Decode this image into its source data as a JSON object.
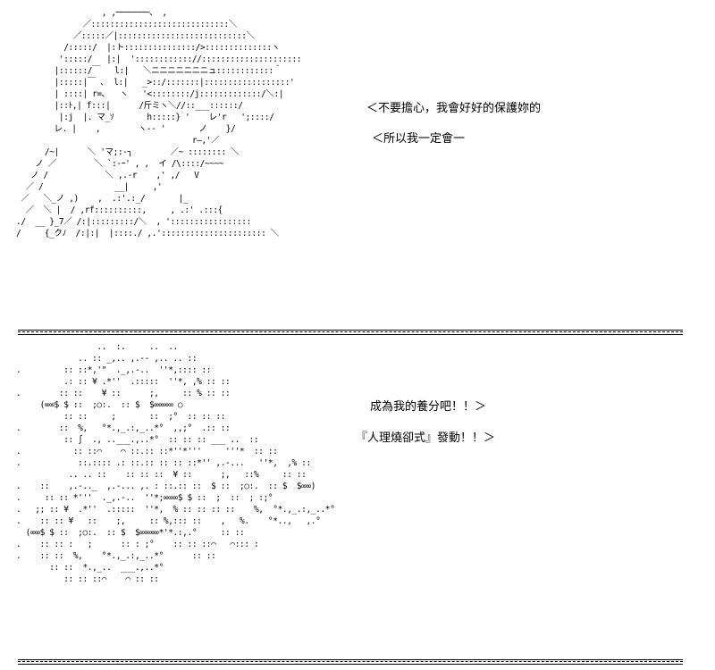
{
  "scene1": {
    "art": "                  , ,───────、 ,\n              ／:::::::::::::::::::::::::::::＼\n            ／:::::／|:::::::::::::::::::::::::::＼\n          /:::::/  |:ト:::::::::::::::/>::::::::::::::ヽ\n         ':::::/   |:|  ':::::::::::://:::::::::::::::::::::\n        |::::::/￣   l:|   ＼ニニニニニニニュ::::::::::::＾\n        |:::::|￣ ､  l:|   _>::/:::::::|::::::::::::::::::'\n        | ::::| r=､   ヽ   '<::::::::/j:::::::::::::/＼:|\n        |::ﾄ,| f:::|      /斤ミヽ＼//::___::::::/\n         |:j  |. マ_ｿ       h:::::} '    レ'r   ';::::/\n        レ. |    ,        ヽ-- '       ノ    }/\n                                     r―,'／\n      /~|      ＼ 'マ;:-┐        ／~ :::::::: ＼\n    ノ ／        ＼ `:-ｰ' , ,  イ /\\::::/~~~~\n   ノ /            ＼ ,.-r    ,' ,/   V\n  ／ /               __|     ,'\n ／   ＼_ノ ,)    ,  .:'.:_/       |_\n  ／  ＼ |  / ,rf::::::::::,     , .:' .:::{\n./  __ }_7／ /:|:::::::::/＼  , ':::::::::::::::::\n/     {_クﾉ  /:|:|  |::::./ ,.':::::::::::::::::::::: ＼",
    "dialogue": [
      "＜不要擔心，我會好好的保護妳的",
      "＜所以我一定會一"
    ]
  },
  "divider_text": "==========================================================================================================================",
  "scene2": {
    "art": "                 ..  :.     ..  ..\n             .. :: _,.. ,.-- ,.. .. ::\n.         :: ::*,'\"  ._,.-..  ''*,:::: ::\n          .: :: ¥ .*''  .:::::  ''*, ,% :: ::\n.        :: ::    ¥ ::      ;,     :: % :: ::\n     (∞∞$ $ ::  ;○:.  :: $  $∞∞∞∞ ○\n          :: ::     ;       ::  ;°  :: :: ::\n.        ::  %,   °*.,_.:,_..*°  ,,;°  .:: ::\n          :: ∫  ., ..___.,..*°  :: :: :: ___ ..  ::\n.           :: ::⌒    ⌒ ::.:: ::*''*'''     '''*  :: ::\n.            ::.:::: .: ::.:: :: :: ::*'' ,.-...   ''*,  ,% ::\n           .. .. ::    :: :: ::  ¥ ::      ;,   ::%     :: ::\n.    ::    ,.-.._  ,.-... ,. : ::.:: ::  $ ::  ;○:.  :: $  $∞∞)\n.     :: :: *'''  ._,.-..  ''*;∞∞∞$ $ ::  ;  ::  ; :;°\n.   ;; :: ¥  .*''  .:::::  ''*,  % :: :: :: ::    %,  °*.,_.:,_..*°\n.    :: :: ¥   ::    ;,     :: %,::: ::    ,   %.    °*..,   ,.°\n  (∞∞$ $ ::  ;○:.  :: $  $∞∞∞∞*'*.:,.°     :: ::\n.    :: :: :   ;      :: : ;°    :: :: ::⌒   ⌒::: :\n.    :: ::  %,    °*.,_.:,_..*°      :: ::\n       :: ::  *.,_..  ___.,..*°\n          :: :: ::⌒    ⌒ :: ::",
    "dialogue": [
      "成為我的養分吧！！＞",
      "『人理燒卻式』發動！！＞"
    ]
  }
}
